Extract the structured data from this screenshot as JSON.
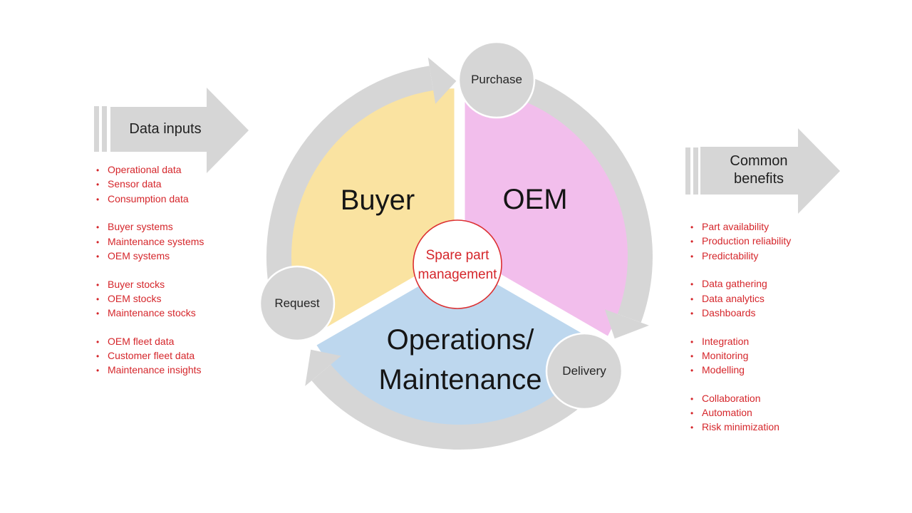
{
  "left_panel": {
    "title": "Data inputs",
    "groups": [
      [
        "Operational data",
        "Sensor data",
        "Consumption data"
      ],
      [
        "Buyer systems",
        "Maintenance systems",
        "OEM systems"
      ],
      [
        "Buyer stocks",
        "OEM stocks",
        "Maintenance stocks"
      ],
      [
        "OEM fleet data",
        "Customer fleet data",
        "Maintenance insights"
      ]
    ]
  },
  "right_panel": {
    "title_line1": "Common",
    "title_line2": "benefits",
    "groups": [
      [
        "Part availability",
        "Production reliability",
        "Predictability"
      ],
      [
        "Data gathering",
        "Data analytics",
        "Dashboards"
      ],
      [
        "Integration",
        "Monitoring",
        "Modelling"
      ],
      [
        "Collaboration",
        "Automation",
        "Risk minimization"
      ]
    ]
  },
  "cycle": {
    "center": {
      "line1": "Spare part",
      "line2": "management"
    },
    "segments": [
      {
        "label": "Buyer",
        "color": "#FAE3A1"
      },
      {
        "label": "OEM",
        "color": "#F2BEEC"
      },
      {
        "label_line1": "Operations/",
        "label_line2": "Maintenance",
        "color": "#BDD7EE"
      }
    ],
    "nodes": [
      {
        "label": "Purchase"
      },
      {
        "label": "Request"
      },
      {
        "label": "Delivery"
      }
    ]
  },
  "colors": {
    "shape_gray": "#D6D6D6",
    "red": "#D5262B",
    "center_circle_border": "#DC3032",
    "text_black": "#1F1F1F",
    "background": "#FFFFFF"
  }
}
